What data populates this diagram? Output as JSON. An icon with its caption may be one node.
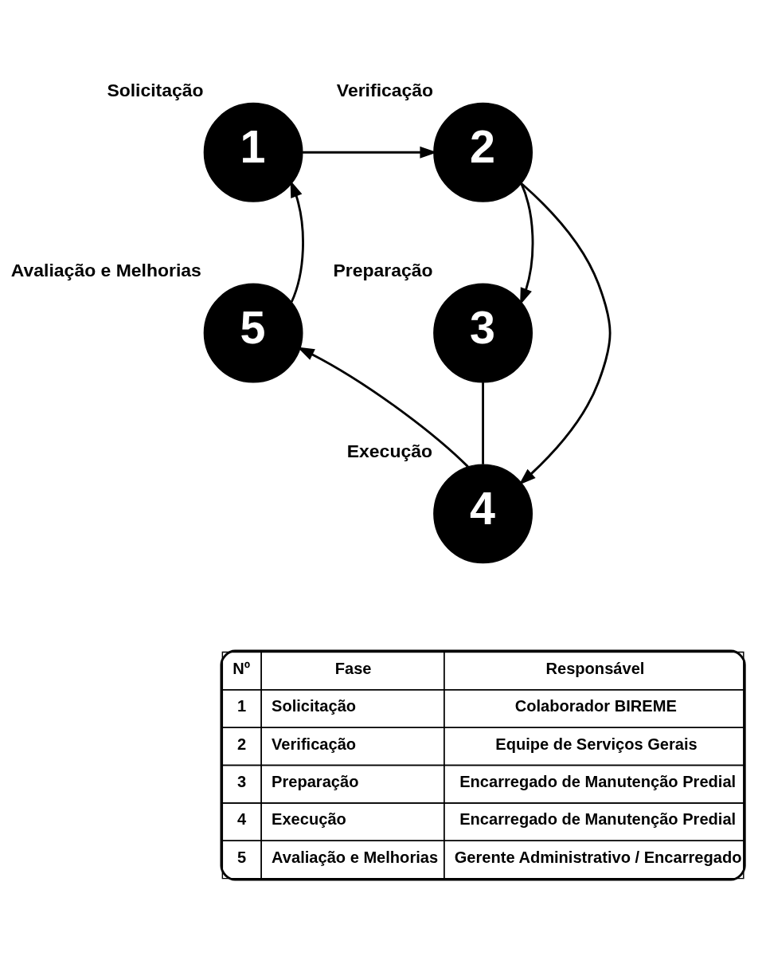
{
  "diagram": {
    "nodes": [
      {
        "text": [
          "1"
        ],
        "beside": [
          "Solicitação"
        ]
      },
      {
        "text": [
          "2"
        ],
        "beside": [
          "Verificação"
        ]
      },
      {
        "text": [
          "3"
        ],
        "beside": [
          "Preparação"
        ]
      },
      {
        "text": [
          "4"
        ],
        "beside": [
          "Execução"
        ]
      },
      {
        "text": [
          "5"
        ],
        "beside": [
          "Avaliação e Melhorias"
        ]
      }
    ],
    "edges": [
      {
        "from": 0,
        "to": 1,
        "arrow": "to"
      },
      {
        "from": 1,
        "to": 2,
        "arrow": "to"
      },
      {
        "from": 1,
        "to": 3,
        "arrow": "to"
      },
      {
        "from": 2,
        "to": 3,
        "arrow": "none"
      },
      {
        "from": 3,
        "to": 4,
        "arrow": "to"
      },
      {
        "from": 4,
        "to": 0,
        "arrow": "to"
      }
    ],
    "labels": [
      "Nº",
      "Fase",
      "Responsável",
      "1",
      "Solicitação",
      "Colaborador BIREME",
      "2",
      "Verificação",
      "Equipe de Serviços Gerais",
      "3",
      "Preparação",
      "Encarregado de Manutenção Predial",
      "4",
      "Execução",
      "Encarregado de Manutenção Predial",
      "5",
      "Avaliação e Melhorias",
      "Gerente Administrativo / Encarregado"
    ]
  }
}
